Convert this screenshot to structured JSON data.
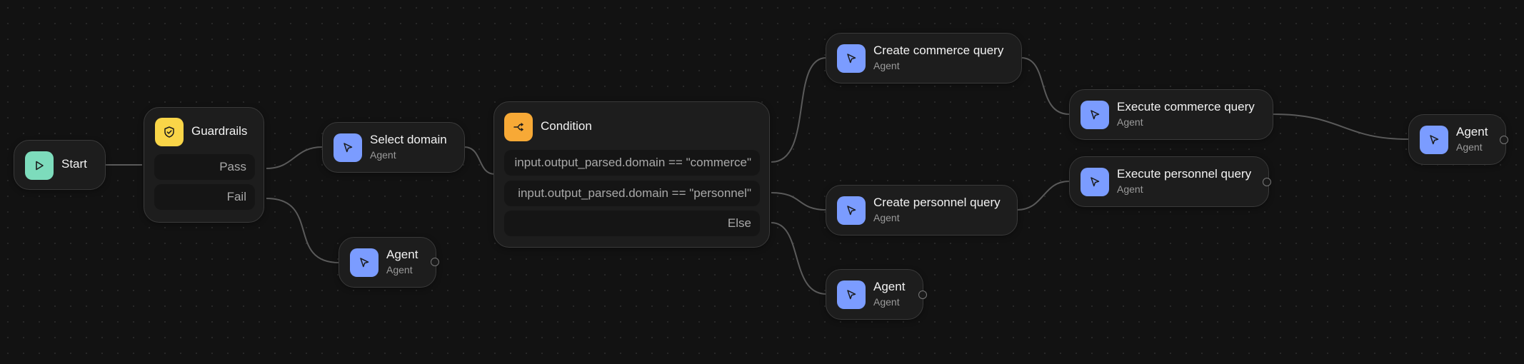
{
  "canvas": {
    "background": "#121212",
    "wire_color": "#5a5a5a",
    "accent_colors": {
      "start": "#7ddcbc",
      "guardrails": "#f9d548",
      "agent": "#7b9cff",
      "condition": "#f7a936"
    }
  },
  "nodes": {
    "start": {
      "title": "Start",
      "icon": "play-icon"
    },
    "guardrails": {
      "title": "Guardrails",
      "icon": "shield-check-icon",
      "pass_label": "Pass",
      "fail_label": "Fail"
    },
    "select_domain": {
      "title": "Select domain",
      "subtitle": "Agent",
      "icon": "cursor-arrow-icon"
    },
    "agent_fail": {
      "title": "Agent",
      "subtitle": "Agent",
      "icon": "cursor-arrow-icon"
    },
    "condition": {
      "title": "Condition",
      "icon": "branch-icon",
      "branches": [
        "input.output_parsed.domain == \"commerce\"",
        "input.output_parsed.domain == \"personnel\"",
        "Else"
      ]
    },
    "create_commerce": {
      "title": "Create commerce query",
      "subtitle": "Agent",
      "icon": "cursor-arrow-icon"
    },
    "create_personnel": {
      "title": "Create personnel query",
      "subtitle": "Agent",
      "icon": "cursor-arrow-icon"
    },
    "agent_else": {
      "title": "Agent",
      "subtitle": "Agent",
      "icon": "cursor-arrow-icon"
    },
    "execute_commerce": {
      "title": "Execute commerce query",
      "subtitle": "Agent",
      "icon": "cursor-arrow-icon"
    },
    "execute_personnel": {
      "title": "Execute personnel query",
      "subtitle": "Agent",
      "icon": "cursor-arrow-icon"
    },
    "agent_final": {
      "title": "Agent",
      "subtitle": "Agent",
      "icon": "cursor-arrow-icon"
    }
  }
}
